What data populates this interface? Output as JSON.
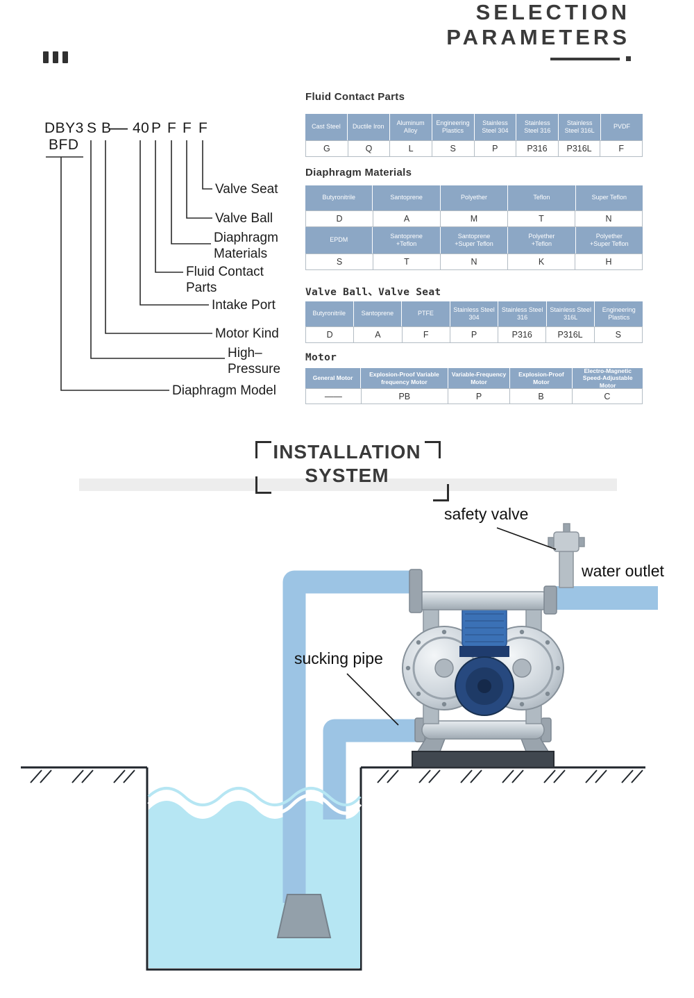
{
  "header": {
    "title_line1": "SELECTION",
    "title_line2": "PARAMETERS"
  },
  "model_code": {
    "prefix": "DBY3",
    "sub": "BFD",
    "dash": "—",
    "chars": [
      "S",
      "B",
      "40",
      "P",
      "F",
      "F",
      "F"
    ],
    "labels": {
      "valve_seat": "Valve Seat",
      "valve_ball": "Valve Ball",
      "diaphragm_materials_1": "Diaphragm",
      "diaphragm_materials_2": "Materials",
      "fluid_contact_1": "Fluid Contact",
      "fluid_contact_2": "Parts",
      "intake_port": "Intake Port",
      "motor_kind": "Motor Kind",
      "high_pressure_1": "High–",
      "high_pressure_2": "Pressure",
      "diaphragm_model": "Diaphragm Model"
    }
  },
  "tables": {
    "fluid_contact": {
      "title": "Fluid Contact Parts",
      "headers": [
        "Cast Steel",
        "Ductile Iron",
        "Aluminum Alloy",
        "Engineering Plastics",
        "Stainless Steel 304",
        "Stainless Steel 316",
        "Stainless Steel 316L",
        "PVDF"
      ],
      "values": [
        "G",
        "Q",
        "L",
        "S",
        "P",
        "P316",
        "P316L",
        "F"
      ]
    },
    "diaphragm": {
      "title": "Diaphragm Materials",
      "headers1": [
        "Butyronitrile",
        "Santoprene",
        "Polyether",
        "Teflon",
        "Super Teflon"
      ],
      "values1": [
        "D",
        "A",
        "M",
        "T",
        "N"
      ],
      "headers2": [
        "EPDM",
        "Santoprene\n+Teflon",
        "Santoprene\n+Super Teflon",
        "Polyether\n+Teflon",
        "Polyether\n+Super Teflon"
      ],
      "values2": [
        "S",
        "T",
        "N",
        "K",
        "H"
      ]
    },
    "valve": {
      "title": "Valve Ball、Valve Seat",
      "headers": [
        "Butyronitrile",
        "Santoprene",
        "PTFE",
        "Stainless Steel 304",
        "Stainless Steel 316",
        "Stainless Steel 316L",
        "Engineering Plastics"
      ],
      "values": [
        "D",
        "A",
        "F",
        "P",
        "P316",
        "P316L",
        "S"
      ]
    },
    "motor": {
      "title": "Motor",
      "headers": [
        "General Motor",
        "Explosion-Proof Variable frequency Motor",
        "Variable-Frequency Motor",
        "Explosion-Proof Motor",
        "Electro-Magnetic Speed-Adjustable Motor"
      ],
      "values": [
        "——",
        "PB",
        "P",
        "B",
        "C"
      ]
    }
  },
  "installation": {
    "title_line1": "INSTALLATION",
    "title_line2": "SYSTEM",
    "labels": {
      "safety_valve": "safety valve",
      "water_outlet": "water outlet",
      "sucking_pipe": "sucking pipe"
    }
  },
  "colors": {
    "heading_gray": "#3a3a3a",
    "table_header_bg": "#8ca7c5",
    "pipe_blue": "#9cc4e4",
    "water_blue": "#b6e6f3",
    "pump_navy": "#27497f",
    "pump_blue": "#3b71b6"
  }
}
